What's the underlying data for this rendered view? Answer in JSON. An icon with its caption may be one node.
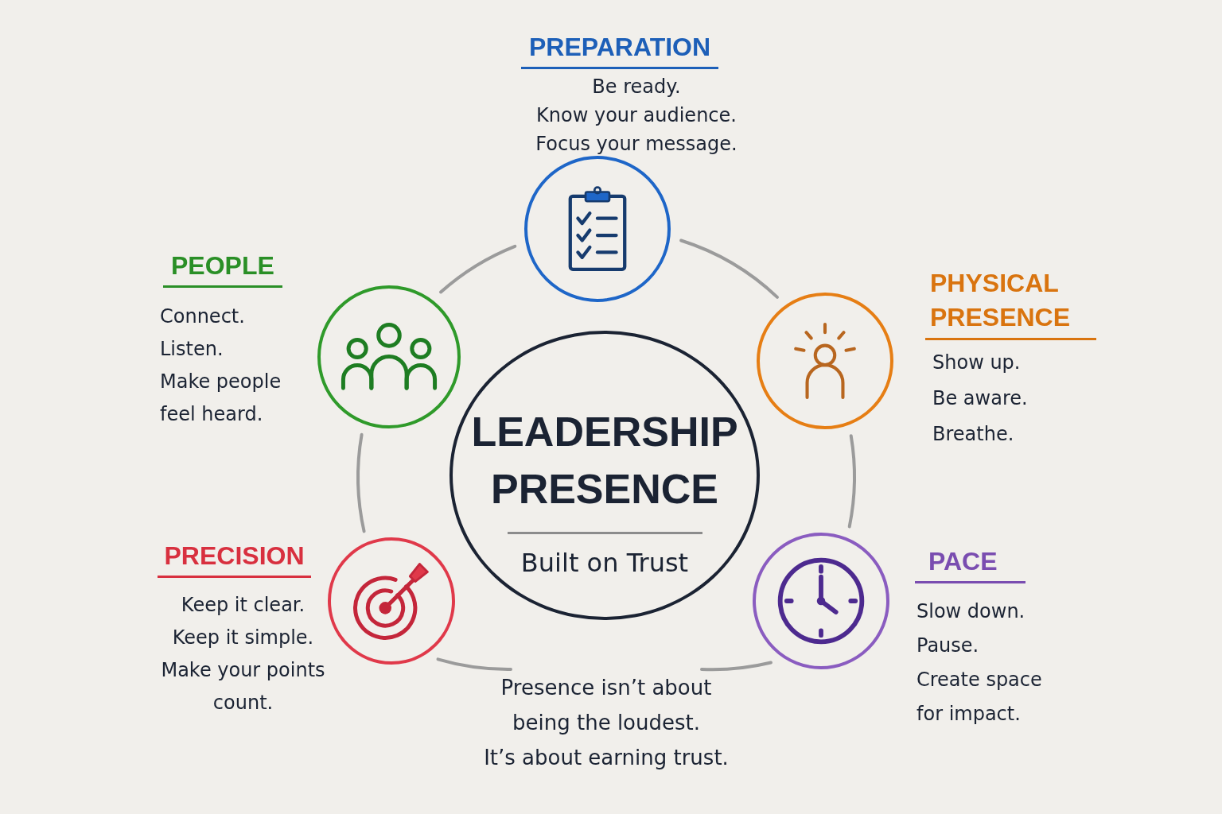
{
  "diagram": {
    "nodes": [
      {
        "text": [
          "LEADERSHIP PRESENCE",
          "Built on Trust"
        ]
      },
      {
        "text": [],
        "shape": "circle",
        "beside": [
          "PREPARATION",
          "Be ready.",
          "Know your audience.",
          "Focus your message."
        ]
      },
      {
        "text": [],
        "shape": "circle",
        "beside": [
          "PHYSICAL PRESENCE",
          "Show up.",
          "Be aware.",
          "Breathe."
        ]
      },
      {
        "text": [],
        "shape": "circle",
        "beside": [
          "PACE",
          "Slow down.",
          "Pause.",
          "Create space for impact."
        ]
      },
      {
        "text": [
          "Presence isn’t about being the loudest.",
          "It’s about earning trust."
        ]
      },
      {
        "text": [],
        "shape": "circle",
        "beside": [
          "PRECISION",
          "Keep it clear.",
          "Keep it simple.",
          "Make your points count."
        ]
      },
      {
        "text": [],
        "shape": "circle",
        "beside": [
          "PEOPLE",
          "Connect.",
          "Listen.",
          "Make people feel heard."
        ]
      }
    ],
    "edges": [
      {
        "from": 1,
        "to": 2,
        "arrow": "none"
      },
      {
        "from": 2,
        "to": 3,
        "arrow": "none"
      },
      {
        "from": 3,
        "to": 4,
        "arrow": "none"
      },
      {
        "from": 4,
        "to": 5,
        "arrow": "none"
      },
      {
        "from": 5,
        "to": 6,
        "arrow": "none"
      },
      {
        "from": 6,
        "to": 1,
        "arrow": "none"
      }
    ]
  }
}
